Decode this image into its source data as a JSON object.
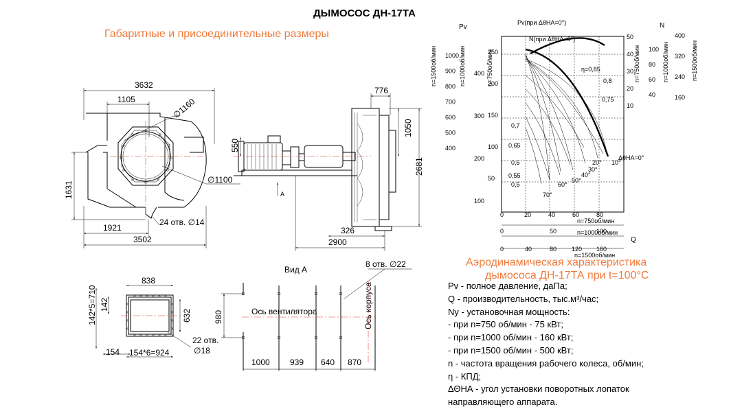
{
  "title": "ДЫМОСОС ДН-17ТА",
  "subtitle_dims": "Габаритные и присоединительные размеры",
  "front_view": {
    "dims": [
      "3632",
      "1105",
      "∅1160",
      "∅1100",
      "1631",
      "1921",
      "3502",
      "24 отв. ∅14"
    ]
  },
  "side_view": {
    "dims": [
      "776",
      "550",
      "1050",
      "2681",
      "326",
      "2900"
    ],
    "arrow_label": "А"
  },
  "flange": {
    "dims": [
      "838",
      "142*5=710",
      "142",
      "632",
      "154",
      "154*6=924",
      "22 отв.",
      "∅18"
    ]
  },
  "view_a": {
    "title": "Вид А",
    "holes_label": "8 отв.  ∅22",
    "axis_fan": "Ось вентилятора",
    "axis_body": "Ось корпуса",
    "dims": [
      "980",
      "1000",
      "939",
      "640",
      "870"
    ]
  },
  "chart": {
    "title_line1": "Аэродинамическая характеристика",
    "title_line2": "дымососа ДН-17ТА при t=100°С",
    "pv_label": "Pv",
    "n_label": "N",
    "q_label": "Q",
    "pv_curve_label": "Pv(при ΔθНА=0°)",
    "n_curve_label": "N(при ΔθНА=0°)",
    "theta_zero": "ΔθНА=0°",
    "left_axes": [
      {
        "label": "n=1500об/мин",
        "ticks": [
          "1000",
          "900",
          "800",
          "700",
          "600",
          "500",
          "400"
        ]
      },
      {
        "label": "n=1000об/мин",
        "ticks": [
          "400",
          "300",
          "200",
          "100"
        ]
      },
      {
        "label": "n=750об/мин",
        "ticks": [
          "250",
          "200",
          "150",
          "100",
          "50"
        ]
      }
    ],
    "right_axes": [
      {
        "label": "n=750об/мин",
        "ticks": [
          "50",
          "40",
          "30",
          "20",
          "10"
        ]
      },
      {
        "label": "n=1000об/мин",
        "ticks": [
          "100",
          "80",
          "60",
          "40"
        ]
      },
      {
        "label": "n=1500об/мин",
        "ticks": [
          "400",
          "320",
          "240",
          "160"
        ]
      }
    ],
    "bottom_axes": [
      {
        "label": "n=750об/мин",
        "ticks": [
          "0",
          "20",
          "40",
          "60",
          "80"
        ]
      },
      {
        "label": "n=1000об/мин",
        "ticks": [
          "0",
          "50",
          "100"
        ]
      },
      {
        "label": "n=1500об/мин",
        "ticks": [
          "0",
          "40",
          "80",
          "120",
          "160"
        ]
      }
    ],
    "efficiency": [
      "η=0,85",
      "0,8",
      "0,75",
      "0,7",
      "0,65",
      "0,6",
      "0,55",
      "0,5"
    ],
    "angles": [
      "10°",
      "20°",
      "30°",
      "40°",
      "50°",
      "60°",
      "70°"
    ]
  },
  "legend": [
    "Pv - полное давление, даПа;",
    "Q - производительность, тыс.м³/час;",
    "Ny - установочная мощность:",
    "- при n=750 об/мин - 75 кВт;",
    "- при n=1000 об/мин - 160 кВт;",
    "- при n=1500 об/мин - 500 кВт;",
    "n - частота вращения рабочего колеса, об/мин;",
    "η - КПД;",
    "ΔΘНА - угол установки поворотных лопаток",
    "направляющего аппарата."
  ]
}
